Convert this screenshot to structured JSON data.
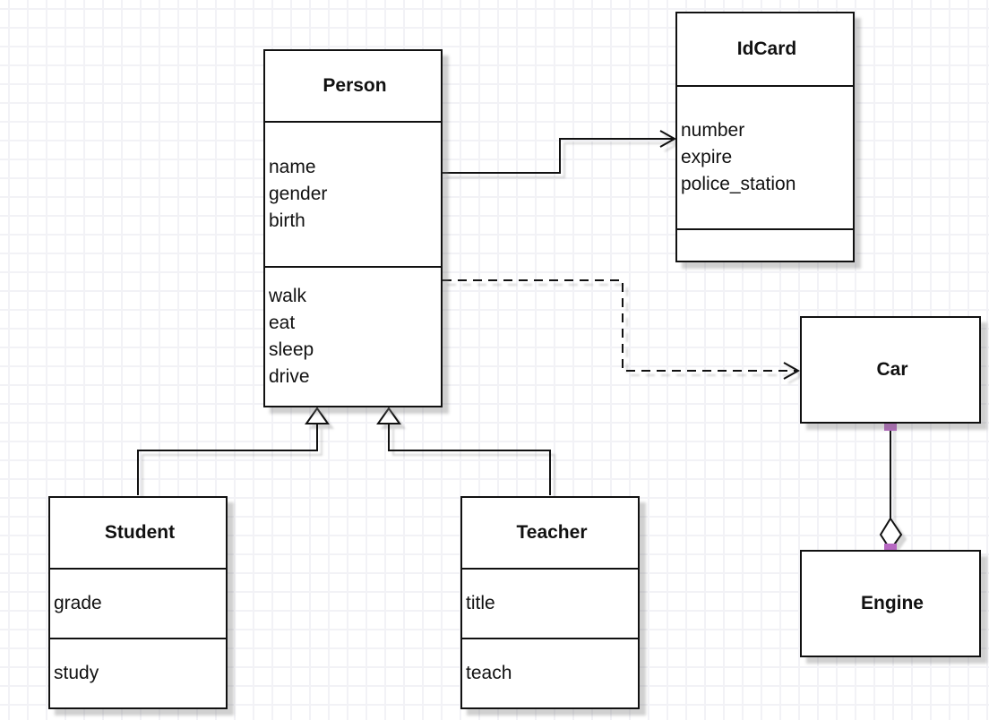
{
  "diagram": {
    "type": "uml-class-diagram",
    "classes": {
      "person": {
        "title": "Person",
        "attributes": [
          "name",
          "gender",
          "birth"
        ],
        "methods": [
          "walk",
          "eat",
          "sleep",
          "drive"
        ]
      },
      "idcard": {
        "title": "IdCard",
        "attributes": [
          "number",
          "expire",
          "police_station"
        ],
        "methods": []
      },
      "car": {
        "title": "Car",
        "attributes": [],
        "methods": []
      },
      "engine": {
        "title": "Engine",
        "attributes": [],
        "methods": []
      },
      "student": {
        "title": "Student",
        "attributes": [
          "grade"
        ],
        "methods": [
          "study"
        ]
      },
      "teacher": {
        "title": "Teacher",
        "attributes": [
          "title"
        ],
        "methods": [
          "teach"
        ]
      }
    },
    "relations": [
      {
        "from": "Person",
        "to": "IdCard",
        "type": "association",
        "line": "solid",
        "arrow": "open-arrow"
      },
      {
        "from": "Person",
        "to": "Car",
        "type": "dependency",
        "line": "dashed",
        "arrow": "open-arrow"
      },
      {
        "from": "Student",
        "to": "Person",
        "type": "generalization",
        "line": "solid",
        "arrow": "hollow-triangle"
      },
      {
        "from": "Teacher",
        "to": "Person",
        "type": "generalization",
        "line": "solid",
        "arrow": "hollow-triangle"
      },
      {
        "from": "Car",
        "to": "Engine",
        "type": "aggregation",
        "line": "solid",
        "arrow": "hollow-diamond"
      }
    ],
    "colors": {
      "line": "#111111",
      "box_fill": "#ffffff",
      "grid_line": "#f2f2f6",
      "endpoint_handle": "#b768c2",
      "shadow": "#c9c9c9"
    }
  }
}
